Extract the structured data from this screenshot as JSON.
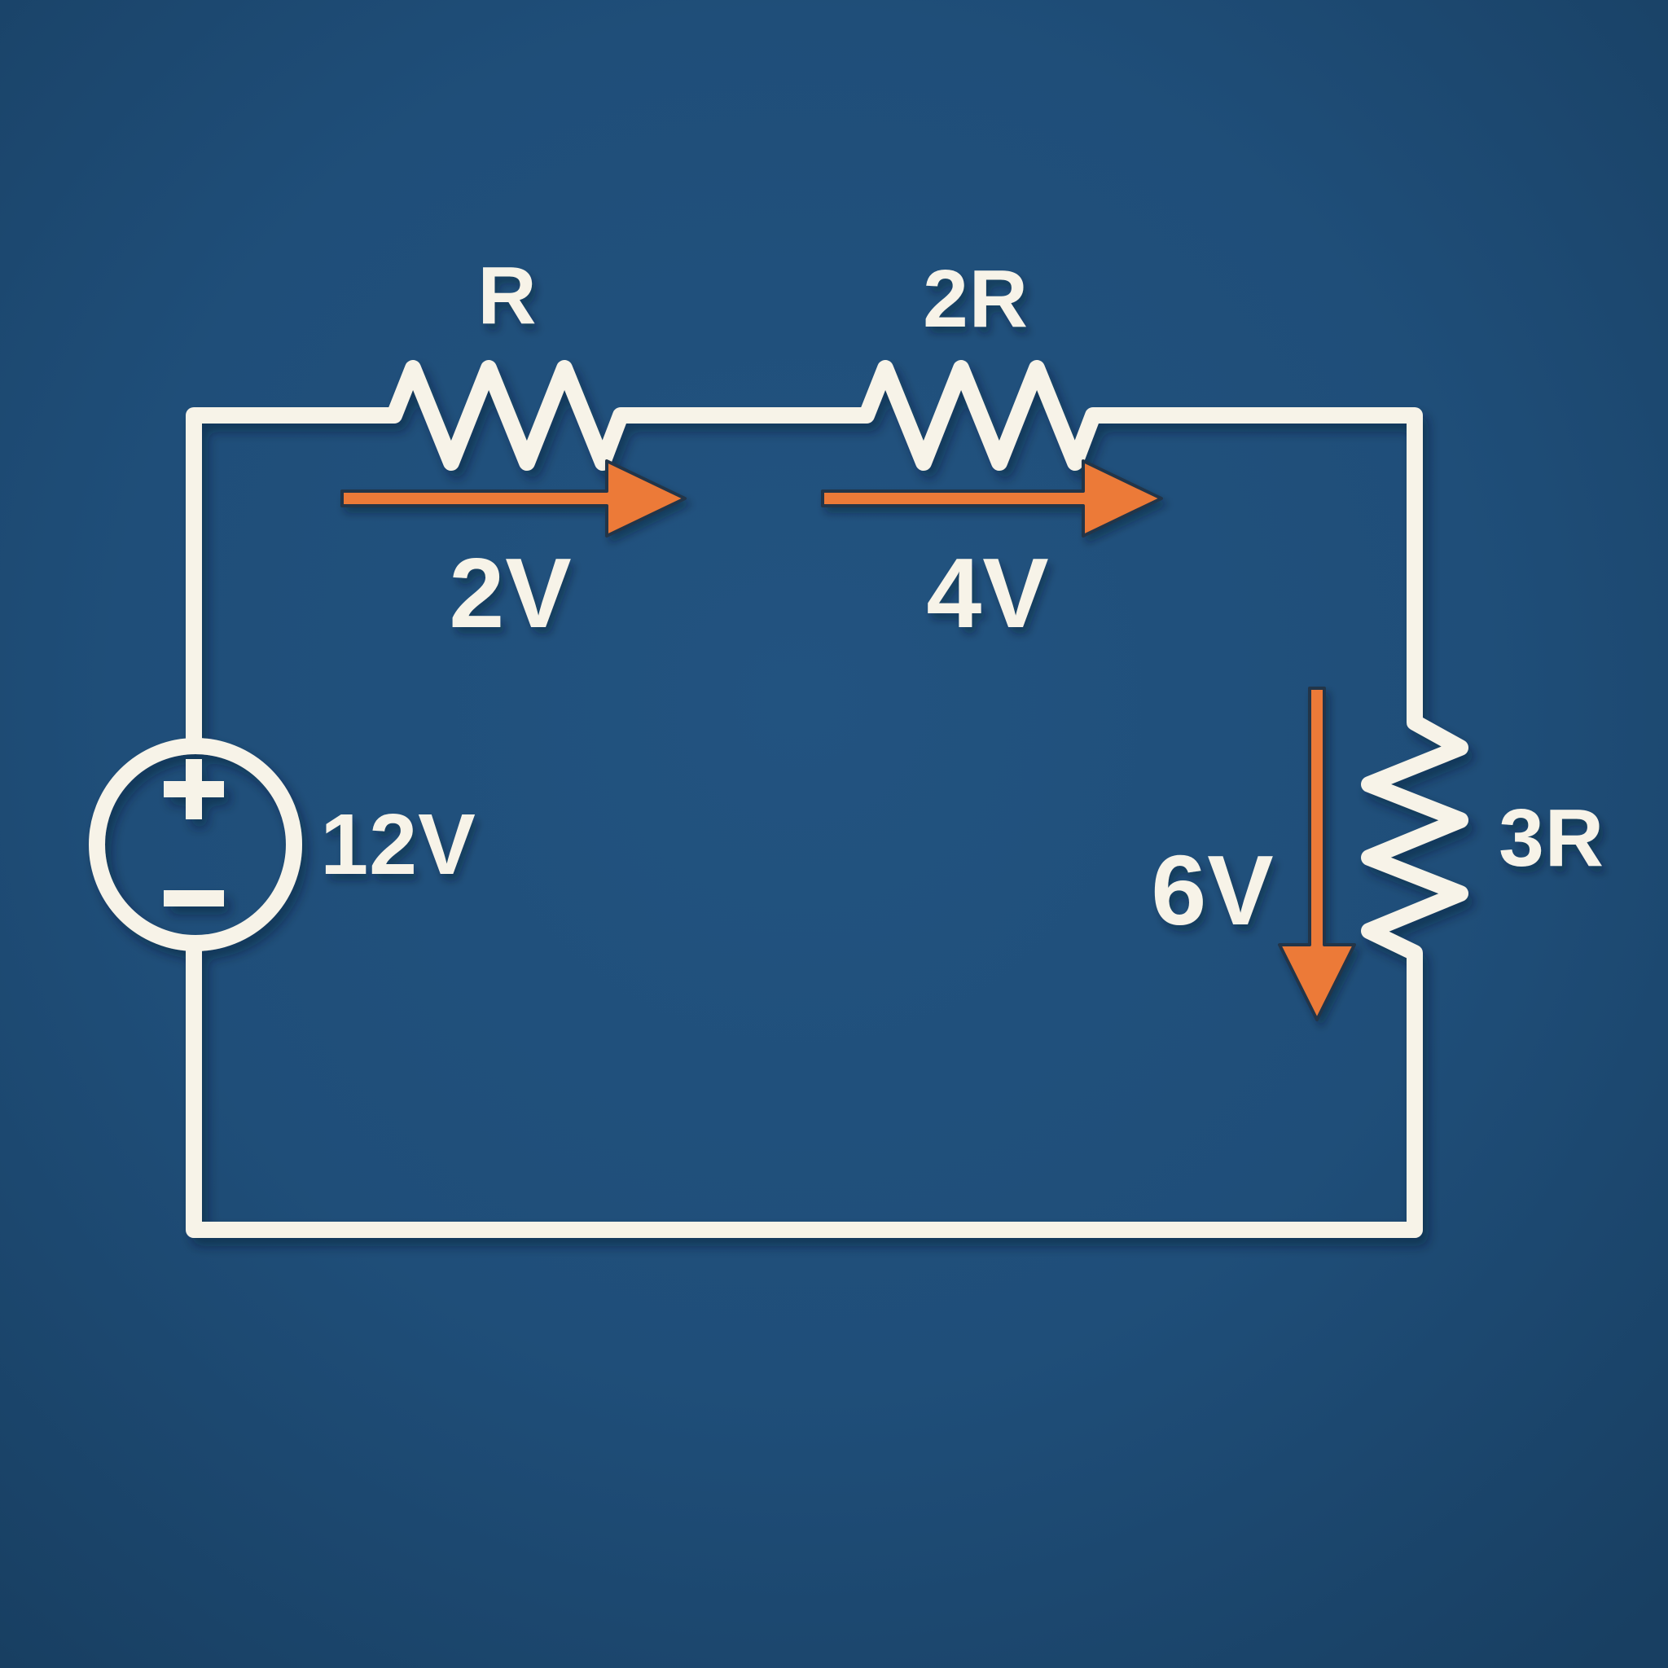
{
  "diagram": {
    "type": "series-circuit",
    "source": {
      "label": "12V",
      "plus_symbol": "+",
      "minus_symbol": "-"
    },
    "resistors": [
      {
        "name": "R",
        "voltage_drop": "2V"
      },
      {
        "name": "2R",
        "voltage_drop": "4V"
      },
      {
        "name": "3R",
        "voltage_drop": "6V"
      }
    ],
    "current_arrows": [
      {
        "at": "R",
        "direction": "right"
      },
      {
        "at": "2R",
        "direction": "right"
      },
      {
        "at": "3R",
        "direction": "down"
      }
    ]
  },
  "colors": {
    "background_center": "#21527e",
    "background_edge": "#183f62",
    "wire": "#f7f3e8",
    "arrow": "#ec7a38",
    "arrow_outline": "#243448",
    "label_text": "#f7f3e8"
  }
}
